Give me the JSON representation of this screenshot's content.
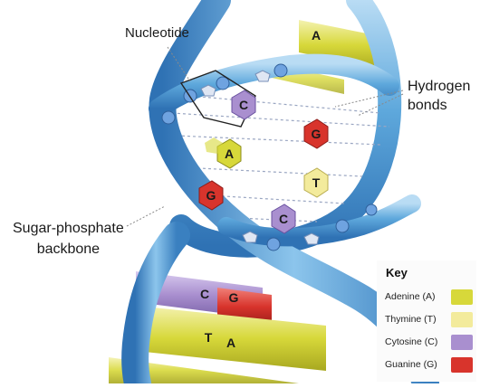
{
  "labels": {
    "nucleotide": "Nucleotide",
    "hydrogen_bonds_1": "Hydrogen",
    "hydrogen_bonds_2": "bonds",
    "backbone_1": "Sugar-phosphate",
    "backbone_2": "backbone"
  },
  "bases": {
    "adenine": "A",
    "thymine": "T",
    "cytosine": "C",
    "guanine": "G"
  },
  "key": {
    "title": "Key",
    "items": [
      {
        "label": "Adenine (A)",
        "color": "#d7d83a"
      },
      {
        "label": "Thymine (T)",
        "color": "#f3eb9c"
      },
      {
        "label": "Cytosine (C)",
        "color": "#a98fcf"
      },
      {
        "label": "Guanine (G)",
        "color": "#d8342c"
      }
    ]
  },
  "colors": {
    "backbone": "#5ea8dc",
    "backbone_dark": "#2f72b4",
    "phosphate": "#6fa3e0",
    "sugar": "#dfe6f3"
  }
}
